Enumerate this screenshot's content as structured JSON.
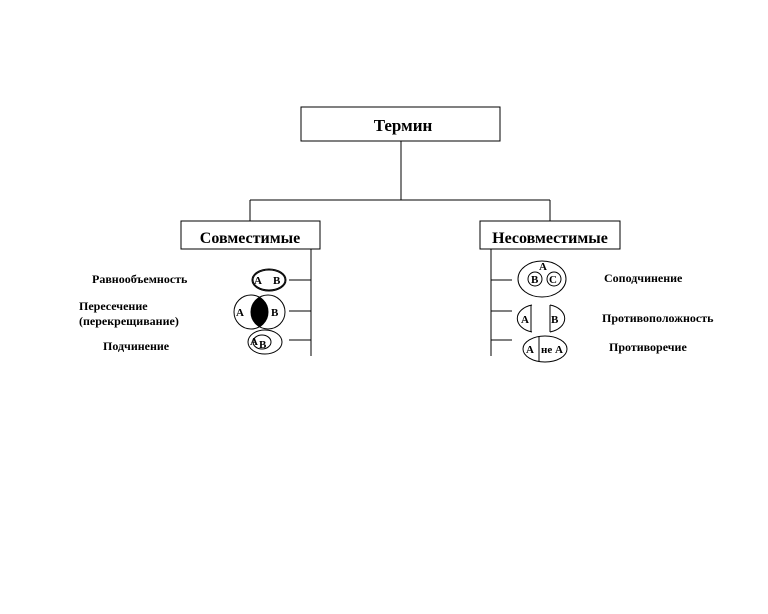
{
  "root": {
    "title": "Термин"
  },
  "left": {
    "title": "Совместимые",
    "items": [
      {
        "label": "Равнообъемность",
        "circle_a": "A",
        "circle_b": "B"
      },
      {
        "label_line1": "Пересечение",
        "label_line2": "(перекрещивание)",
        "circle_a": "A",
        "circle_b": "B"
      },
      {
        "label": "Подчинение",
        "circle_a": "A",
        "circle_b": "B"
      }
    ]
  },
  "right": {
    "title": "Несовместимые",
    "items": [
      {
        "label": "Соподчинение",
        "circle_a": "A",
        "circle_b": "B",
        "circle_c": "C"
      },
      {
        "label": "Противоположность",
        "circle_a": "A",
        "circle_b": "B"
      },
      {
        "label": "Противоречие",
        "circle_a": "A",
        "circle_not_a": "не A"
      }
    ]
  }
}
